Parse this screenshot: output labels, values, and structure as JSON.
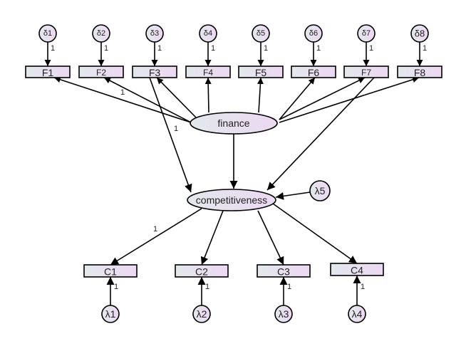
{
  "diagram": {
    "type": "structural-equation-model",
    "latent": {
      "finance": {
        "label": "finance"
      },
      "competitiveness": {
        "label": "competitiveness"
      }
    },
    "finance_indicators": [
      {
        "id": "F1",
        "label": "F1",
        "error": "δ1",
        "error_weight": "1",
        "loading": ""
      },
      {
        "id": "F2",
        "label": "F2",
        "error": "δ2",
        "error_weight": "1",
        "loading": "1"
      },
      {
        "id": "F3",
        "label": "F3",
        "error": "δ3",
        "error_weight": "1",
        "loading": ""
      },
      {
        "id": "F4",
        "label": "F4",
        "error": "δ4",
        "error_weight": "1",
        "loading": ""
      },
      {
        "id": "F5",
        "label": "F5",
        "error": "δ5",
        "error_weight": "1",
        "loading": ""
      },
      {
        "id": "F6",
        "label": "F6",
        "error": "δ6",
        "error_weight": "1",
        "loading": ""
      },
      {
        "id": "F7",
        "label": "F7",
        "error": "δ7",
        "error_weight": "1",
        "loading": ""
      },
      {
        "id": "F8",
        "label": "F8",
        "error": "δ8",
        "error_weight": "1",
        "loading": ""
      }
    ],
    "competitiveness_indicators": [
      {
        "id": "C1",
        "label": "C1",
        "error": "λ1",
        "error_weight": "1",
        "loading": "1"
      },
      {
        "id": "C2",
        "label": "C2",
        "error": "λ2",
        "error_weight": "1",
        "loading": ""
      },
      {
        "id": "C3",
        "label": "C3",
        "error": "λ3",
        "error_weight": "1",
        "loading": ""
      },
      {
        "id": "C4",
        "label": "C4",
        "error": "λ4",
        "error_weight": "1",
        "loading": ""
      }
    ],
    "structural_paths": [
      {
        "from": "F3",
        "to": "competitiveness",
        "weight": "1"
      },
      {
        "from": "finance",
        "to": "competitiveness",
        "weight": ""
      },
      {
        "from": "F7",
        "to": "competitiveness",
        "weight": ""
      }
    ],
    "disturbance": {
      "label": "λ5",
      "target": "competitiveness"
    }
  }
}
